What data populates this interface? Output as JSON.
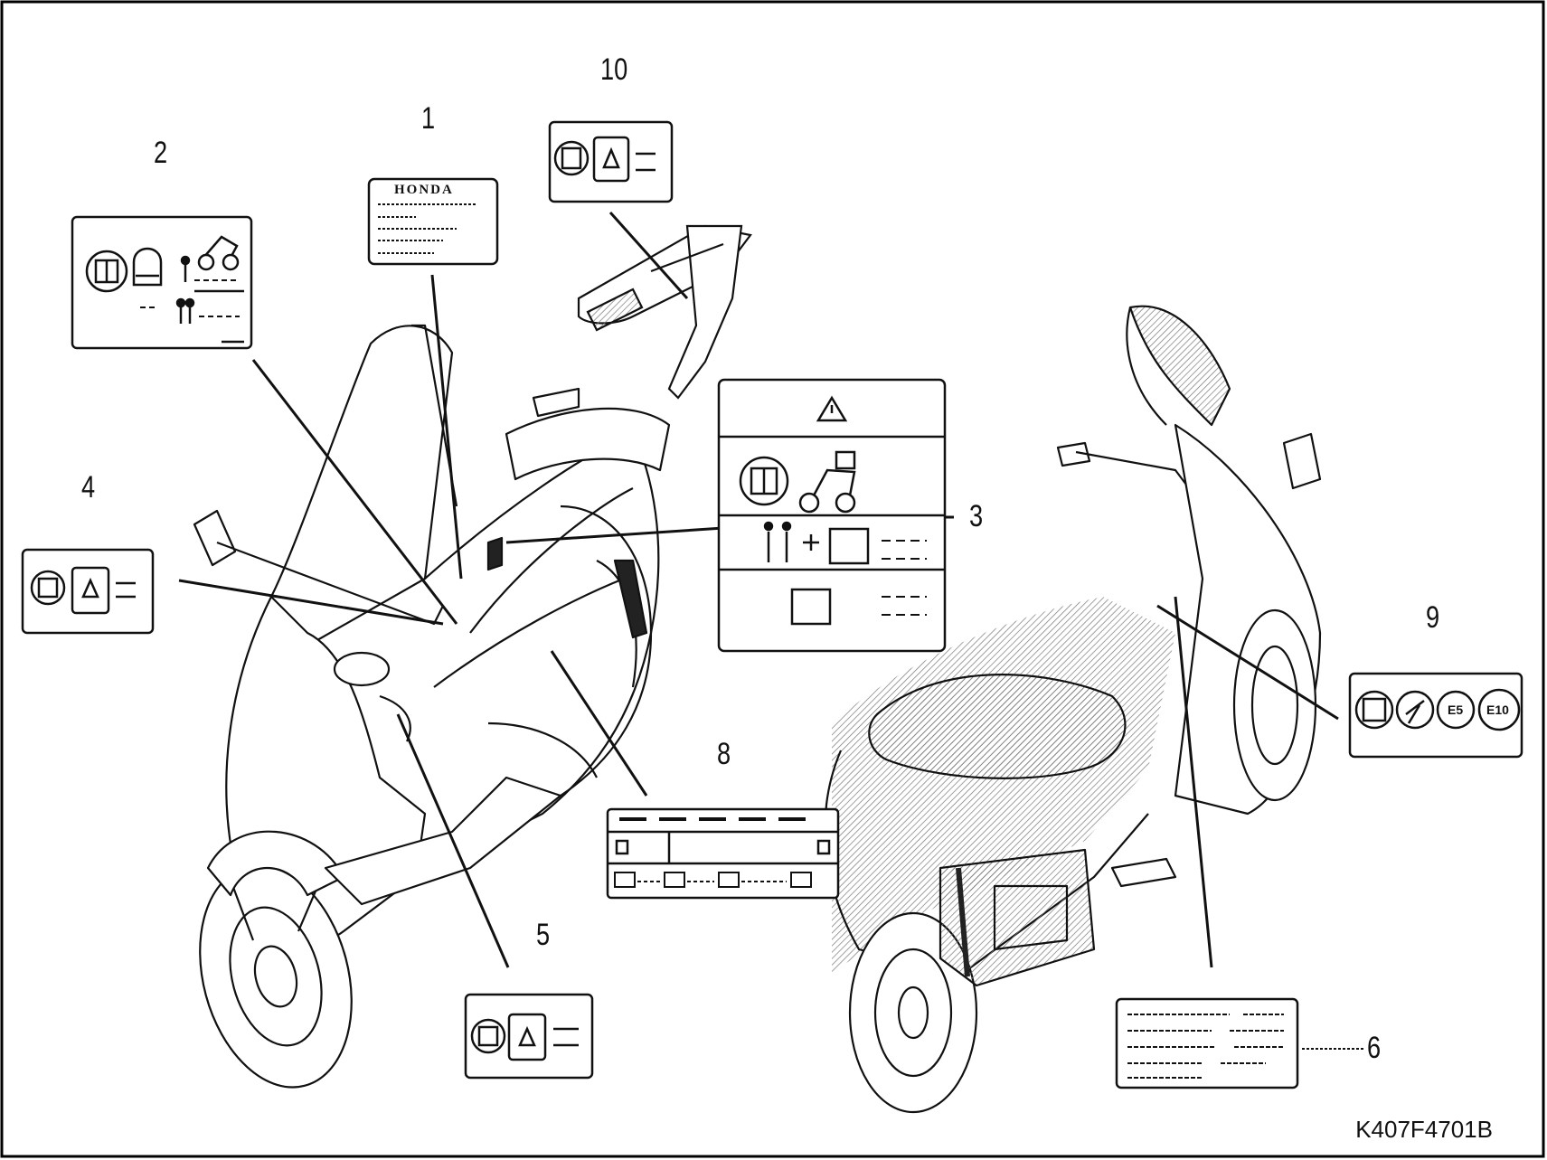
{
  "callouts": [
    "1",
    "2",
    "3",
    "4",
    "5",
    "6",
    "8",
    "9",
    "10"
  ],
  "brand_text": "HONDA",
  "fuel_marks": {
    "e5": "E5",
    "e10": "E10"
  },
  "drawing_code": "K407F4701B",
  "icons": [
    "manual-book-icon",
    "warning-triangle-icon",
    "helmet-icon",
    "rider-icon",
    "passenger-icon",
    "luggage-weight-icon",
    "scooter-icon",
    "fuel-pump-icon"
  ],
  "colors": {
    "line": "#111111",
    "hatch": "#888888",
    "label_bg": "#ffffff"
  }
}
